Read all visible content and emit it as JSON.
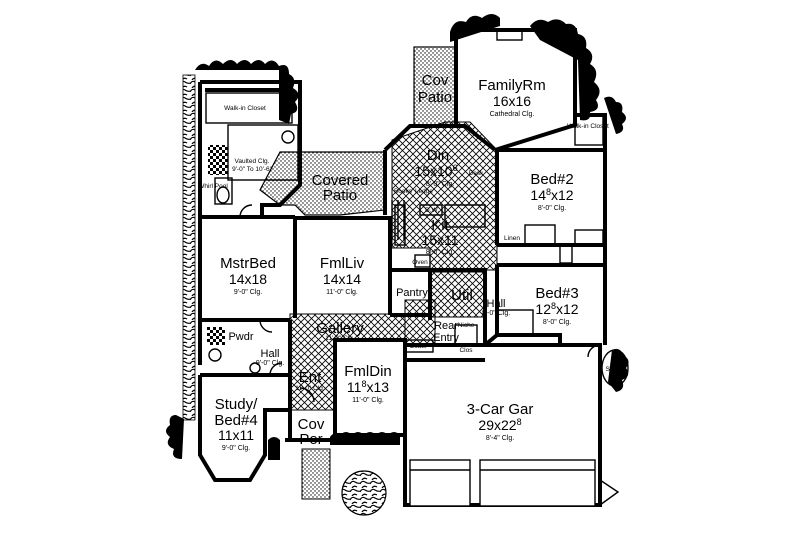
{
  "rooms": {
    "cov_patio_top": {
      "name1": "Cov",
      "name2": "Patio"
    },
    "family": {
      "name": "FamilyRm",
      "dim": "16x16",
      "note": "Cathedral Clg."
    },
    "walkin_top": {
      "name": "Walk-in Closet"
    },
    "walkin_right": {
      "name": "Walk-in Closet"
    },
    "din": {
      "name": "Din",
      "dim": "15x10",
      "dim_sup": "6",
      "note": "8'-0\" Clg."
    },
    "bed2": {
      "name": "Bed#2",
      "dim": "14",
      "dim_sup": "8",
      "dim_tail": "x12",
      "note": "8'-0\" Clg."
    },
    "covered_patio": {
      "name1": "Covered",
      "name2": "Patio"
    },
    "kit": {
      "name": "Kit",
      "dim": "15x11",
      "note": "8'-0\" Clg."
    },
    "mstrbed": {
      "name": "MstrBed",
      "dim": "14x18",
      "note": "9'-0\" Clg."
    },
    "fmlliv": {
      "name": "FmlLiv",
      "dim": "14x14",
      "note": "11'-0\" Clg."
    },
    "bed3": {
      "name": "Bed#3",
      "dim": "12",
      "dim_sup": "8",
      "dim_tail": "x12",
      "note": "8'-0\" Clg."
    },
    "pantry": {
      "name": "Pantry"
    },
    "util": {
      "name": "Util"
    },
    "hall_right": {
      "name": "Hall",
      "note": "8'-0\" Clg."
    },
    "gallery": {
      "name": "Gallery",
      "note": "11'-0\" Clg."
    },
    "rear_entry": {
      "name1": "Rear",
      "name2": "Entry"
    },
    "pwdr": {
      "name": "Pwdr"
    },
    "hall_left": {
      "name": "Hall",
      "note": "9'-0\" Clg."
    },
    "ent": {
      "name": "Ent",
      "note": "11'-0\" Clg."
    },
    "fmldin": {
      "name": "FmlDin",
      "dim": "11",
      "dim_sup": "8",
      "dim_tail": "x13",
      "note": "11'-0\" Clg."
    },
    "study": {
      "name1": "Study/",
      "name2": "Bed#4",
      "dim": "11x11",
      "note": "9'-0\" Clg."
    },
    "garage": {
      "name": "3-Car Gar",
      "dim": "29x22",
      "dim_sup": "8",
      "note": "8'-4\" Clg."
    },
    "cov_por": {
      "name1": "Cov",
      "name2": "Por"
    }
  },
  "fixtures": {
    "vaulted": "Vaulted Clg.",
    "vaulted_range": "9'-0\" To 10'-6\"",
    "whirl": "Whirl Pool",
    "dw": "D.W.",
    "oven": "Oven",
    "books": "Books",
    "ledge": "Ledge",
    "desk": "Desk",
    "linen": "Linen",
    "coats": "Coats",
    "clos": "Clos",
    "niche": "Niche",
    "stoop": "Stoop"
  }
}
